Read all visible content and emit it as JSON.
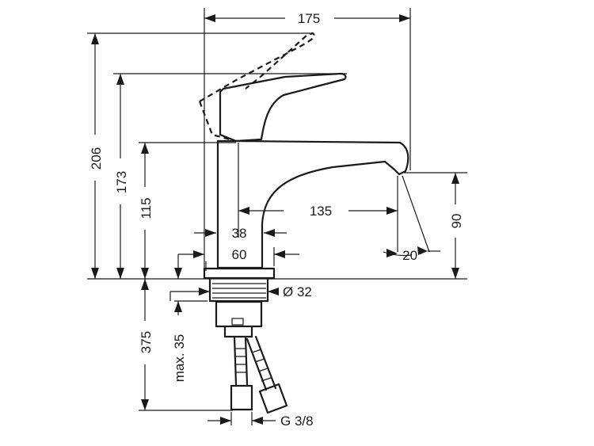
{
  "dimensions": {
    "d175": "175",
    "d206": "206",
    "d173": "173",
    "d115": "115",
    "d135": "135",
    "d90": "90",
    "d38": "38",
    "d60": "60",
    "angle": "20°",
    "dia32": "Ø 32",
    "d375": "375",
    "max35": "max. 35",
    "thread": "G 3/8"
  }
}
